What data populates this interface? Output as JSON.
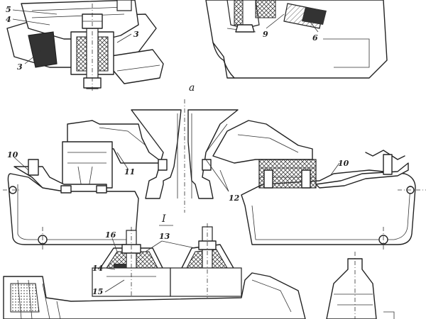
{
  "figure": {
    "labels": {
      "n5": "5",
      "n4": "4",
      "n3a": "3",
      "n3b": "3",
      "n9": "9",
      "n6": "6",
      "sub_a": "а",
      "n10a": "10",
      "n10b": "10",
      "n11": "11",
      "n12": "12",
      "roman1": "I",
      "n16": "16",
      "n13": "13",
      "n14": "14",
      "n15": "15"
    },
    "colors": {
      "ink": "#222222",
      "paper": "#ffffff",
      "hatch": "#555555"
    }
  }
}
